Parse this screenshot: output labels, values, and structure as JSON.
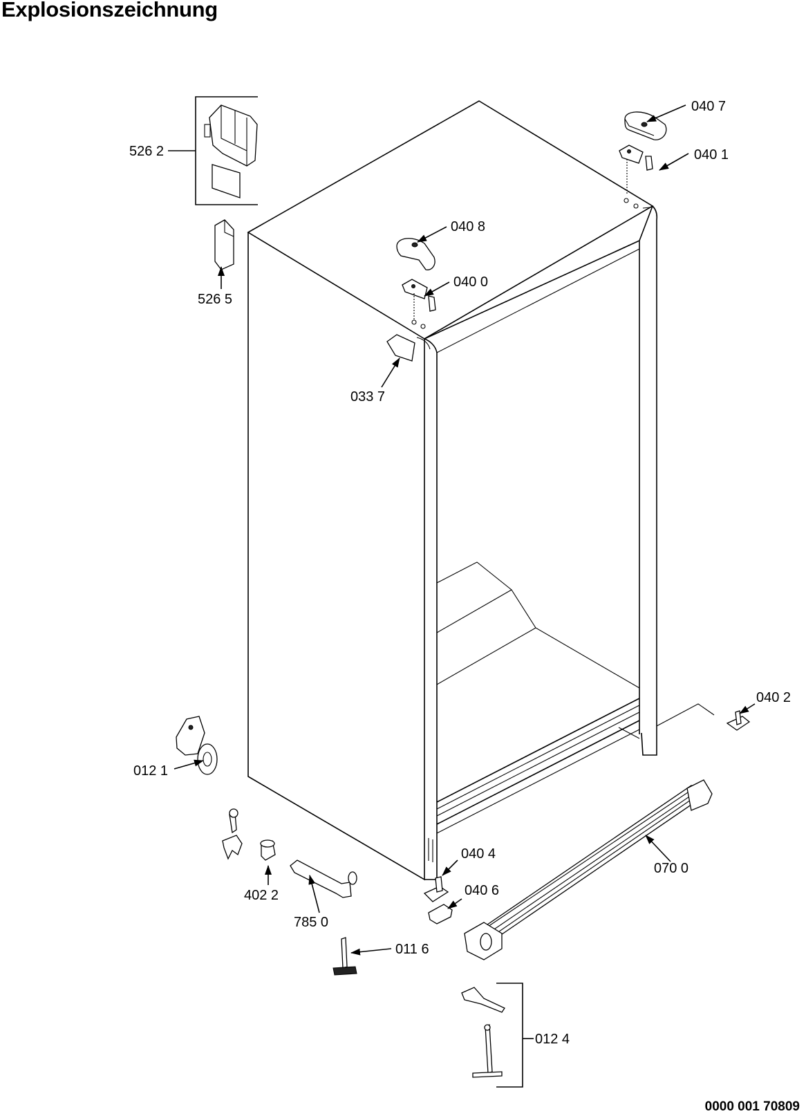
{
  "title": "Explosionszeichnung",
  "document_number": "0000 001 70809",
  "parts": [
    {
      "id": "part-5262",
      "label": "526 2"
    },
    {
      "id": "part-5265",
      "label": "526 5"
    },
    {
      "id": "part-0407",
      "label": "040 7"
    },
    {
      "id": "part-0401",
      "label": "040 1"
    },
    {
      "id": "part-0408",
      "label": "040 8"
    },
    {
      "id": "part-0400",
      "label": "040 0"
    },
    {
      "id": "part-0337",
      "label": "033 7"
    },
    {
      "id": "part-0402",
      "label": "040 2"
    },
    {
      "id": "part-0121",
      "label": "012 1"
    },
    {
      "id": "part-0404",
      "label": "040 4"
    },
    {
      "id": "part-0406",
      "label": "040 6"
    },
    {
      "id": "part-0700",
      "label": "070 0"
    },
    {
      "id": "part-4022",
      "label": "402 2"
    },
    {
      "id": "part-7850",
      "label": "785 0"
    },
    {
      "id": "part-0116",
      "label": "011 6"
    },
    {
      "id": "part-0124",
      "label": "012 4"
    }
  ]
}
